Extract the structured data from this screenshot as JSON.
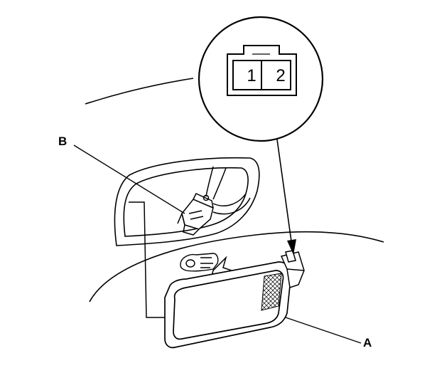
{
  "callouts": {
    "a": "A",
    "b": "B"
  },
  "connector_pins": [
    "1",
    "2"
  ],
  "colors": {
    "line": "#000000",
    "background": "#ffffff"
  }
}
